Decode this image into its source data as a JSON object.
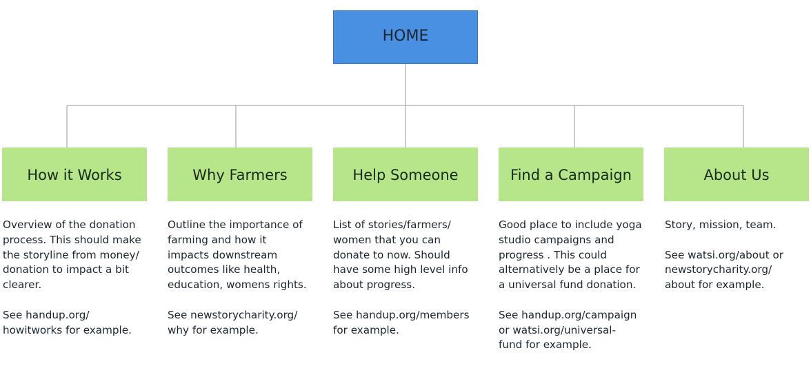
{
  "root": {
    "label": "HOME"
  },
  "sections": [
    {
      "label": "How it Works",
      "description": "Overview of the donation\nprocess. This should make\nthe storyline from money/\ndonation to impact a bit\nclearer.\n\nSee handup.org/\nhowitworks for example."
    },
    {
      "label": "Why Farmers",
      "description": "Outline the importance of\nfarming and how it\nimpacts downstream\noutcomes like health,\neducation, womens rights.\n\nSee newstorycharity.org/\nwhy for example."
    },
    {
      "label": "Help Someone",
      "description": "List of stories/farmers/\nwomen that you can\ndonate to now. Should\nhave some high level info\nabout progress.\n\nSee handup.org/members\nfor example."
    },
    {
      "label": "Find a Campaign",
      "description": "Good place to include yoga\nstudio campaigns and\nprogress . This could\nalternatively be a place for\na universal fund donation.\n\nSee handup.org/campaign\nor watsi.org/universal-\nfund for example."
    },
    {
      "label": "About Us",
      "description": "Story, mission, team.\n\nSee watsi.org/about or\nnewstorycharity.org/\nabout for example."
    }
  ],
  "colors": {
    "root_fill": "#4a90e2",
    "section_fill": "#b7e68a",
    "connector": "#9a9a9a"
  }
}
